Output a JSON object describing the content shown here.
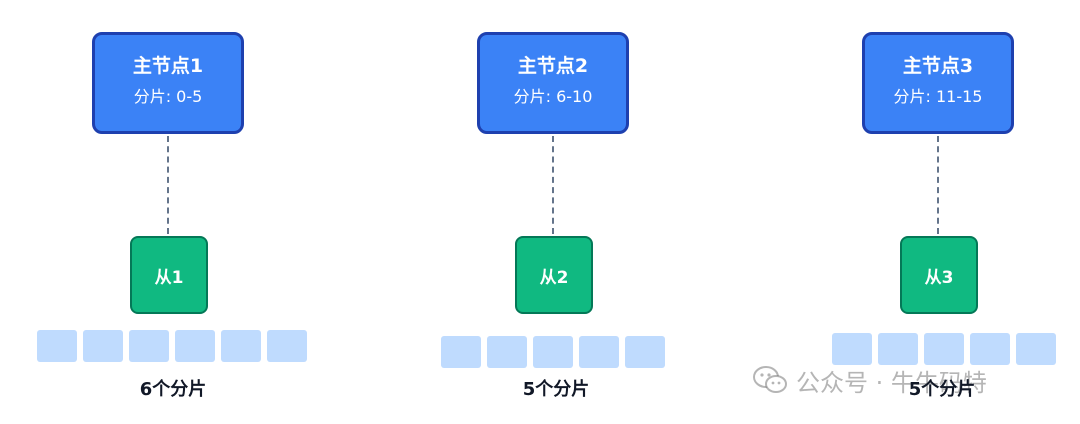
{
  "groups": [
    {
      "master_title": "主节点1",
      "master_range": "分片: 0-5",
      "replica_label": "从1",
      "shard_count": 6,
      "caption": "6个分片"
    },
    {
      "master_title": "主节点2",
      "master_range": "分片: 6-10",
      "replica_label": "从2",
      "shard_count": 5,
      "caption": "5个分片"
    },
    {
      "master_title": "主节点3",
      "master_range": "分片: 11-15",
      "replica_label": "从3",
      "shard_count": 5,
      "caption": "5个分片"
    }
  ],
  "watermark": {
    "text": "公众号 · 牛牛码特",
    "icon": "wechat-icon"
  },
  "colors": {
    "master_fill": "#3b82f6",
    "master_border": "#1e40af",
    "replica_fill": "#10b981",
    "replica_border": "#047857",
    "shard_fill": "#bfdbfe",
    "connector": "#64748b"
  }
}
